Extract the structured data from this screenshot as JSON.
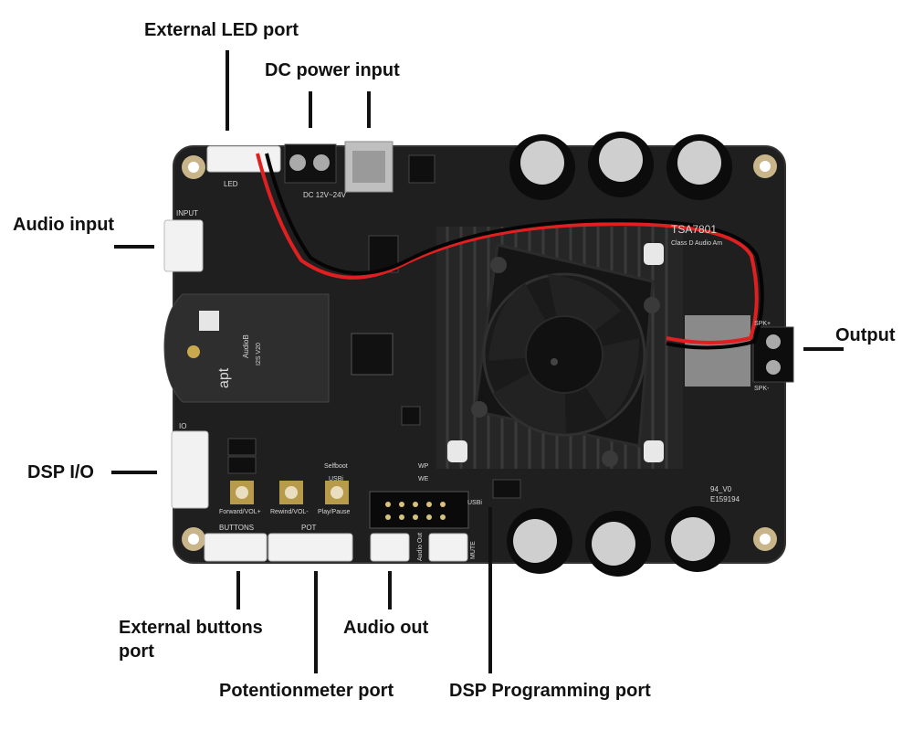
{
  "labels": {
    "external_led_port": "External LED port",
    "dc_power_input": "DC power input",
    "audio_input": "Audio input",
    "output": "Output",
    "dsp_io": "DSP I/O",
    "external_buttons_port": "External buttons port",
    "audio_out": "Audio out",
    "potentiometer_port": "Potentionmeter port",
    "dsp_programming_port": "DSP Programming port"
  },
  "silkscreen": {
    "led": "LED",
    "dc_range": "DC 12V~24V",
    "input": "INPUT",
    "amp_model": "TSA7801",
    "amp_desc": "Class D Audio Am",
    "io": "IO",
    "buttons": "BUTTONS",
    "pot": "POT",
    "forward": "Forward/VOL+",
    "rewind": "Rewind/VOL-",
    "play": "Play/Pause",
    "selfboot": "Selfboot",
    "usbi": "USBi",
    "wp": "WP",
    "we": "WE",
    "mute": "MUTE",
    "audio_out_small": "Audio Out",
    "spk_plus": "SPK+",
    "spk_minus": "SPK-",
    "code1": "94_V0",
    "code2": "E159194",
    "module_brand": "apt",
    "module_name": "AudioB",
    "module_sub": "I2S V20"
  },
  "colors": {
    "board": "#1f1f1f",
    "board_edge": "#2a2a2a",
    "heatsink": "#262626",
    "fan": "#151515",
    "connector_white": "#f2f2f2",
    "wire_red": "#e02020",
    "wire_black": "#050505",
    "capacitor": "#0c0c0c",
    "capacitor_top": "#cfcfcf",
    "text": "#111111"
  }
}
